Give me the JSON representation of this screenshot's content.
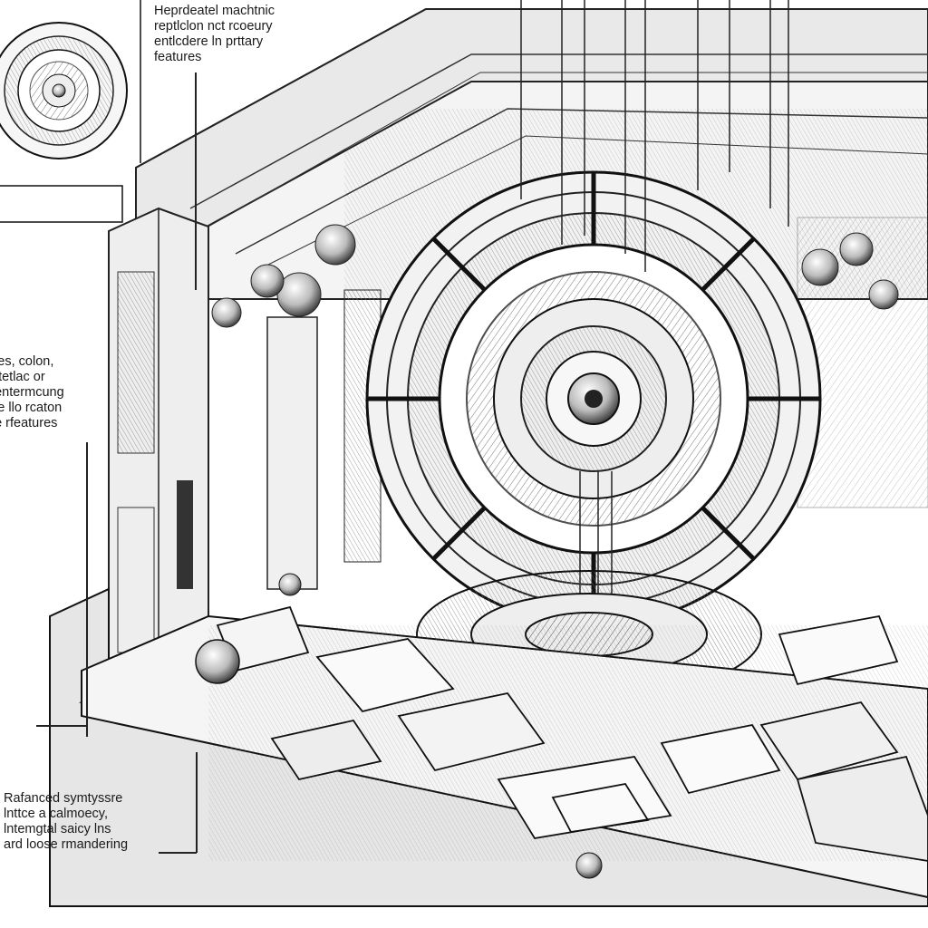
{
  "annotations": {
    "top_note": "Heprdeatel machtnic\nreptlclon nct rcoeury\nentlcdere ln prttary\nfeatures",
    "left_note": "ales, colon,\nrstetlac or\nnentermcung\nale llo rcaton\nne rfeatures",
    "bottom_note": "Rafanced symtyssre\nlnttce a calmoecy,\nlntemgtal saicy lns\nard loose rmandering"
  },
  "colors": {
    "ink": "#1a1a1a",
    "paper": "#ffffff",
    "shade": "#bdbdbd"
  }
}
